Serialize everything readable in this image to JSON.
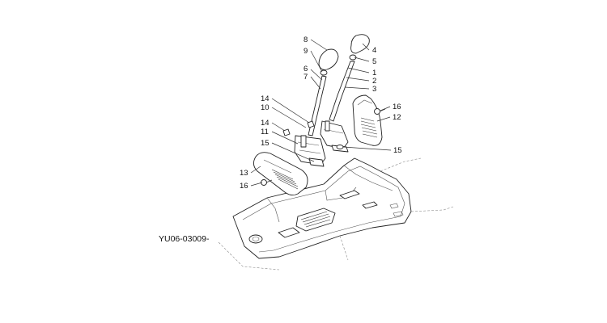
{
  "diagram": {
    "drawing_code": "YU06-03009-",
    "callouts": {
      "c1": "1",
      "c2": "2",
      "c3": "3",
      "c4": "4",
      "c5": "5",
      "c6": "6",
      "c7": "7",
      "c8": "8",
      "c9": "9",
      "c10": "10",
      "c11": "11",
      "c12": "12",
      "c13": "13",
      "c14a": "14",
      "c14b": "14",
      "c15a": "15",
      "c15b": "15",
      "c16a": "16",
      "c16b": "16"
    }
  }
}
